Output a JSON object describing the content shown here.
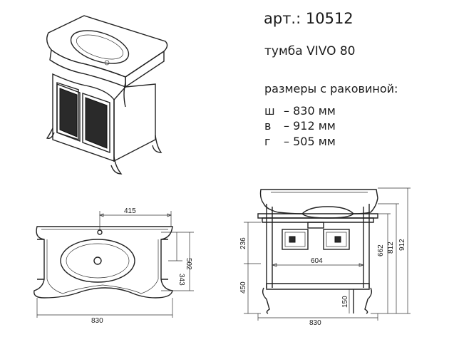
{
  "header": {
    "article": "арт.: 10512",
    "product": "тумба  VIVO 80"
  },
  "specs": {
    "heading": "размеры с раковиной:",
    "rows": [
      {
        "label": "ш",
        "value": "– 830 мм"
      },
      {
        "label": "в",
        "value": "– 912 мм"
      },
      {
        "label": "г",
        "value": "– 505 мм"
      }
    ]
  },
  "top_view": {
    "dim_415": "415",
    "dim_343": "343",
    "dim_502": "502",
    "dim_830": "830"
  },
  "front_view": {
    "dim_236": "236",
    "dim_450": "450",
    "dim_604": "604",
    "dim_150": "150",
    "dim_662": "662",
    "dim_812": "812",
    "dim_912": "912",
    "dim_830": "830"
  }
}
